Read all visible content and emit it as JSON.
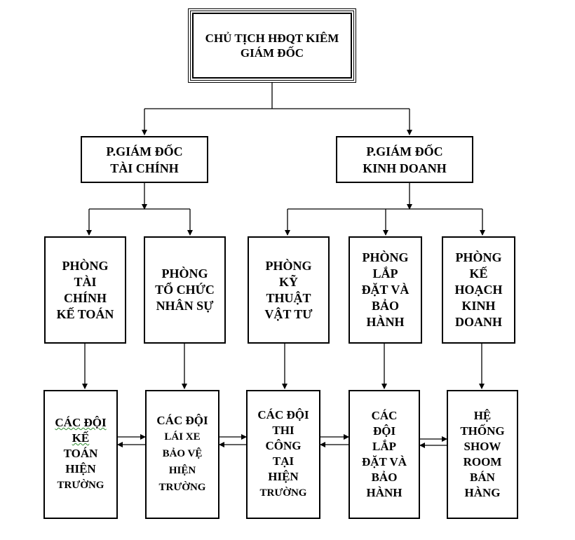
{
  "chart_data": {
    "type": "org-chart",
    "root": "CHỦ TỊCH HĐQT KIÊM\nGIÁM ĐỐC",
    "level2": [
      "P.GIÁM ĐỐC\nTÀI CHÍNH",
      "P.GIÁM ĐỐC\nKINH DOANH"
    ],
    "departments": [
      "PHÒNG\nTÀI\nCHÍNH\nKẾ TOÁN",
      "PHÒNG\nTỔ CHỨC\nNHÂN SỰ",
      "PHÒNG\nKỸ\nTHUẬT\nVẬT TƯ",
      "PHÒNG\nLẮP\nĐẶT VÀ\nBẢO\nHÀNH",
      "PHÒNG\nKẾ\nHOẠCH\nKINH\nDOANH"
    ],
    "teams": {
      "t1_a": "CÁC ĐỘI",
      "t1_b": "KẾ",
      "t1_c": "TOÁN\nHIỆN",
      "t1_d": "TRƯỜNG",
      "t2": "CÁC ĐỘI",
      "t2_sub": "LÁI XE\nBẢO VỆ\nHIỆN\nTRƯỜNG",
      "t3_a": "CÁC ĐỘI\nTHI\nCÔNG\nTẠI\nHIỆN",
      "t3_b": "TRƯỜNG",
      "t4": "CÁC\nĐỘI\nLẮP\nĐẶT VÀ\nBẢO\nHÀNH",
      "t5": "HỆ\nTHỐNG\nSHOW\nROOM\nBÁN\nHÀNG"
    },
    "edges": [
      [
        "root",
        "P.GIÁM ĐỐC TÀI CHÍNH"
      ],
      [
        "root",
        "P.GIÁM ĐỐC KINH DOANH"
      ],
      [
        "P.GIÁM ĐỐC TÀI CHÍNH",
        "PHÒNG TÀI CHÍNH KẾ TOÁN"
      ],
      [
        "P.GIÁM ĐỐC TÀI CHÍNH",
        "PHÒNG TỔ CHỨC NHÂN SỰ"
      ],
      [
        "P.GIÁM ĐỐC KINH DOANH",
        "PHÒNG KỸ THUẬT VẬT TƯ"
      ],
      [
        "P.GIÁM ĐỐC KINH DOANH",
        "PHÒNG LẮP ĐẶT VÀ BẢO HÀNH"
      ],
      [
        "P.GIÁM ĐỐC KINH DOANH",
        "PHÒNG KẾ HOẠCH KINH DOANH"
      ]
    ]
  }
}
